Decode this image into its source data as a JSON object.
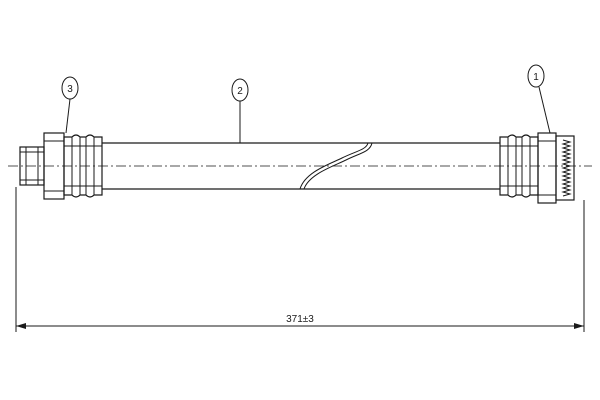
{
  "callouts": [
    {
      "id": "1",
      "label": "1"
    },
    {
      "id": "2",
      "label": "2"
    },
    {
      "id": "3",
      "label": "3"
    }
  ],
  "dimension": {
    "overall_length": "371±3"
  }
}
